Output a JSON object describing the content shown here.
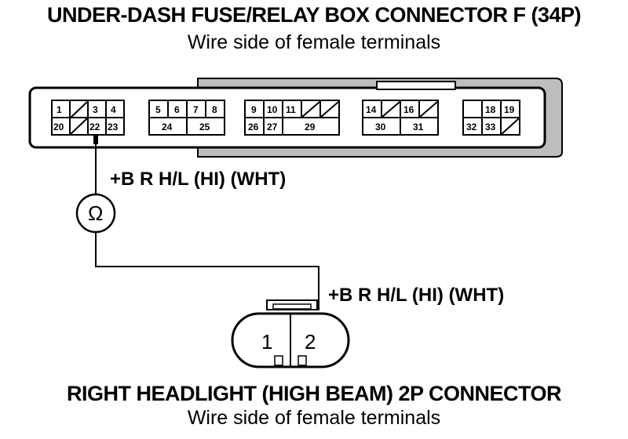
{
  "top_connector": {
    "title": "UNDER-DASH FUSE/RELAY BOX CONNECTOR F (34P)",
    "subtitle": "Wire side of female terminals",
    "pins": [
      "1",
      "3",
      "4",
      "20",
      "22",
      "23",
      "5",
      "6",
      "7",
      "8",
      "24",
      "25",
      "9",
      "10",
      "11",
      "26",
      "27",
      "29",
      "14",
      "16",
      "30",
      "31",
      "18",
      "19",
      "32",
      "33"
    ]
  },
  "wire_label_upper": "+B R H/L (HI) (WHT)",
  "wire_label_lower": "+B R H/L (HI) (WHT)",
  "meter_symbol": "Ω",
  "bottom_connector": {
    "title": "RIGHT HEADLIGHT (HIGH BEAM) 2P CONNECTOR",
    "subtitle": "Wire side of female terminals",
    "pins": [
      "1",
      "2"
    ]
  }
}
